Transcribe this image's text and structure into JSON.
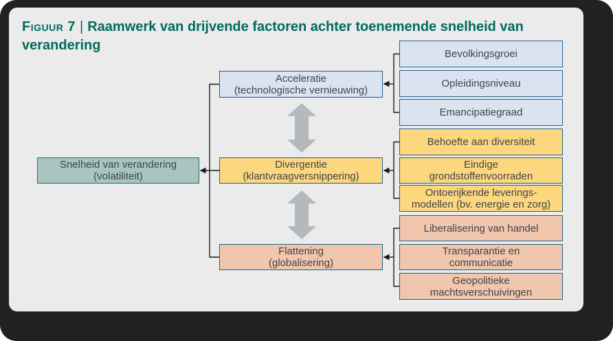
{
  "figure": {
    "label": "Figuur 7",
    "separator": "|",
    "title": "Raamwerk van drijvende factoren achter toenemende snelheid van verandering"
  },
  "outcome": {
    "lines": [
      "Snelheid van verandering",
      "(volatiliteit)"
    ]
  },
  "mechanisms": [
    {
      "id": "acceleratie",
      "lines": [
        "Acceleratie",
        "(technologische vernieuwing)"
      ]
    },
    {
      "id": "divergentie",
      "lines": [
        "Divergentie",
        "(klantvraagversnippering)"
      ]
    },
    {
      "id": "flattening",
      "lines": [
        "Flattening",
        "(globalisering)"
      ]
    }
  ],
  "drivers": [
    {
      "group": "acceleratie",
      "lines": [
        "Bevolkingsgroei"
      ]
    },
    {
      "group": "acceleratie",
      "lines": [
        "Opleidingsniveau"
      ]
    },
    {
      "group": "acceleratie",
      "lines": [
        "Emancipatiegraad"
      ]
    },
    {
      "group": "divergentie",
      "lines": [
        "Behoefte aan diversiteit"
      ]
    },
    {
      "group": "divergentie",
      "lines": [
        "Eindige",
        "grondstoffenvoorraden"
      ]
    },
    {
      "group": "divergentie",
      "lines": [
        "Ontoerijkende leverings-",
        "modellen (bv. energie en zorg)"
      ]
    },
    {
      "group": "flattening",
      "lines": [
        "Liberalisering van handel"
      ]
    },
    {
      "group": "flattening",
      "lines": [
        "Transparantie en",
        "communicatie"
      ]
    },
    {
      "group": "flattening",
      "lines": [
        "Geopolitieke",
        "machtsverschuivingen"
      ]
    }
  ],
  "colors": {
    "frame": "#212121",
    "canvas": "#ebebeb",
    "title_text": "#006b5c",
    "box_border_blue": "#1f5f8b",
    "box_border_teal": "#176b77",
    "fill_blue": "#dbe3f0",
    "fill_yellow": "#fcd77e",
    "fill_salmon": "#f0c6ac",
    "fill_green": "#a8c6bf",
    "connector_line": "#1a1a1a",
    "double_arrow": "#b4b9be",
    "box_text": "#3f4449"
  }
}
